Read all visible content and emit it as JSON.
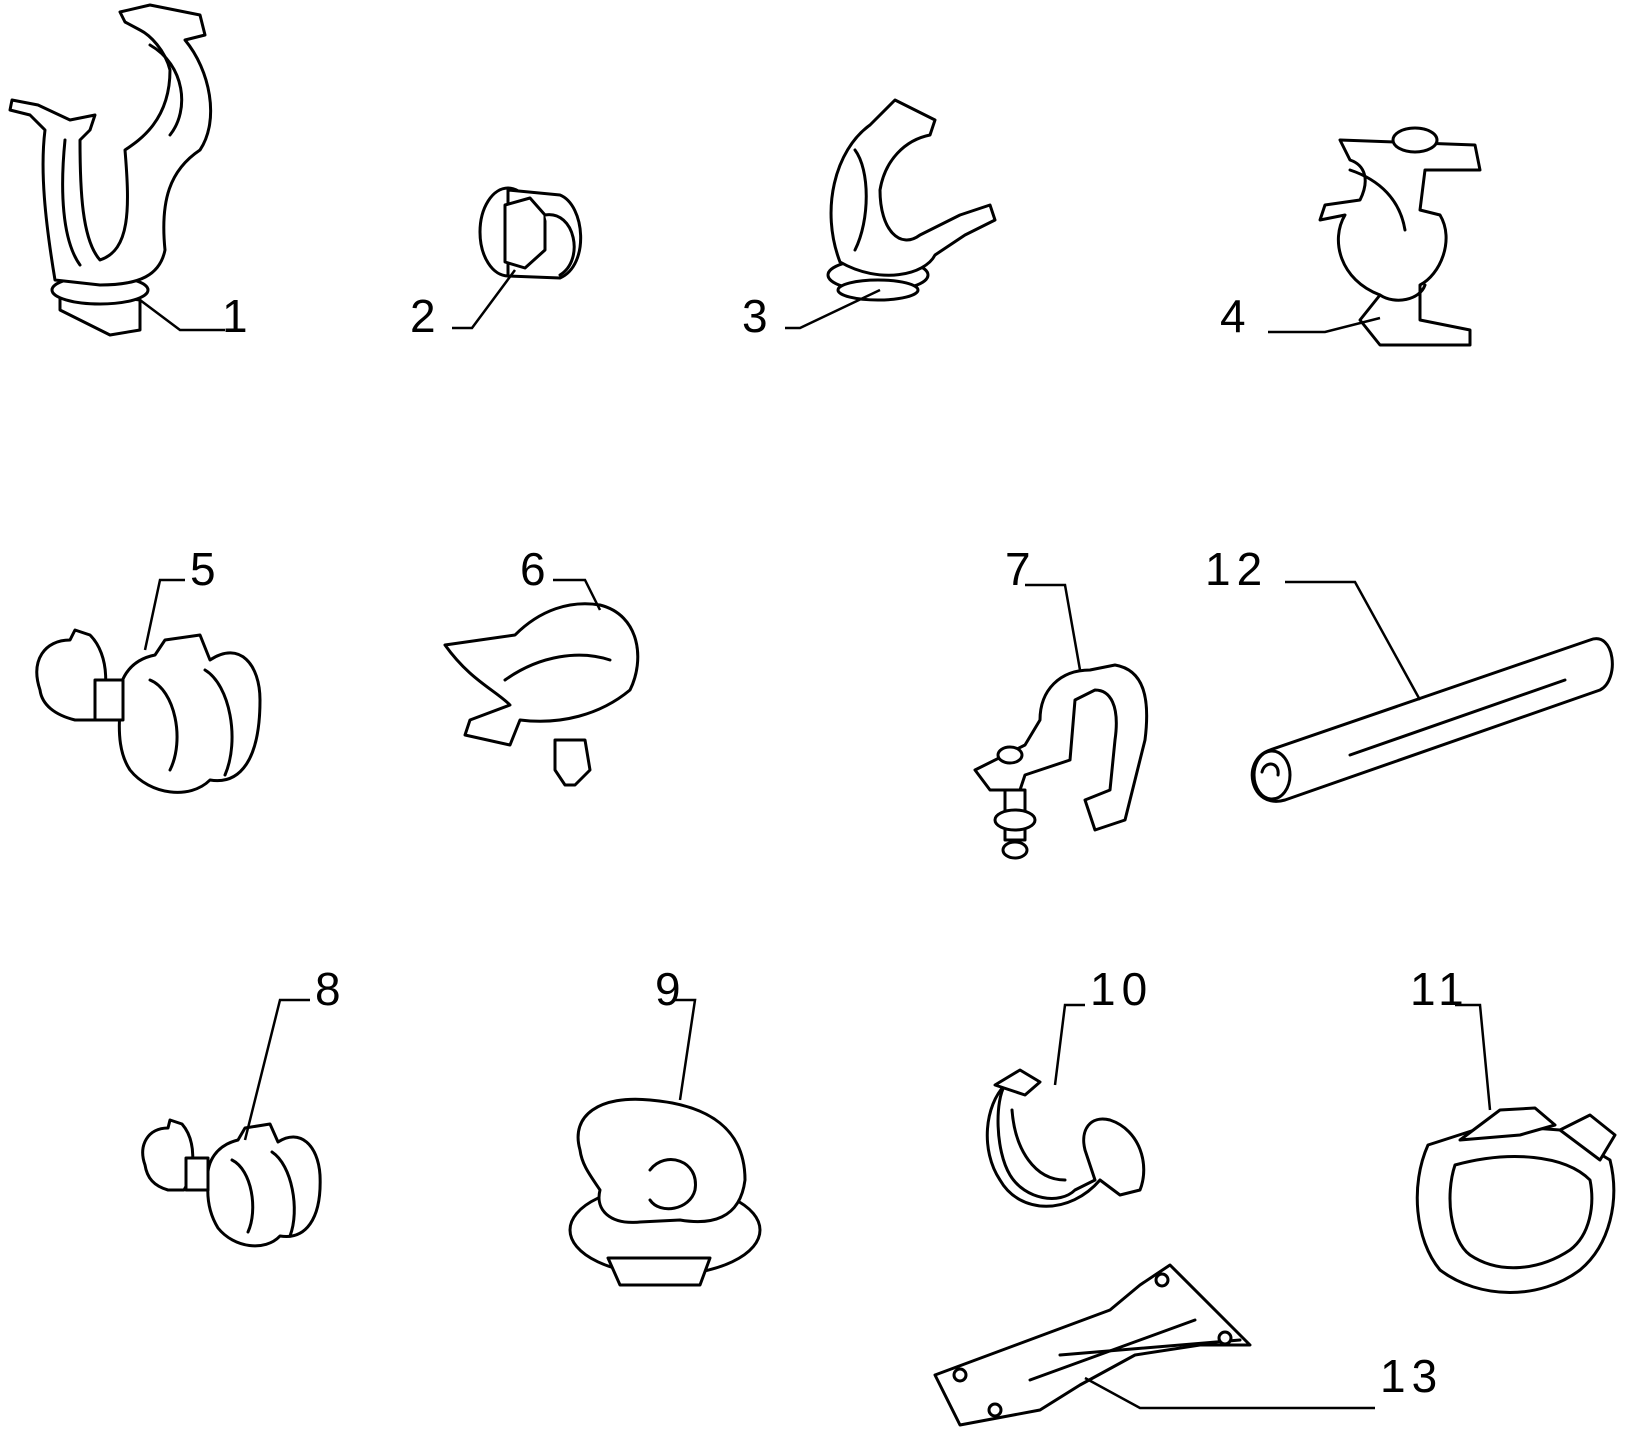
{
  "callouts": {
    "p1": "1",
    "p2": "2",
    "p3": "3",
    "p4": "4",
    "p5": "5",
    "p6": "6",
    "p7": "7",
    "p8": "8",
    "p9": "9",
    "p10": "10",
    "p11": "11",
    "p12": "12",
    "p13": "13"
  },
  "parts": [
    {
      "callout": "1",
      "icon": "saddle-clip-icon"
    },
    {
      "callout": "2",
      "icon": "hex-plug-icon"
    },
    {
      "callout": "3",
      "icon": "pipe-clip-icon"
    },
    {
      "callout": "4",
      "icon": "double-clamp-icon"
    },
    {
      "callout": "5",
      "icon": "twin-pipe-clip-icon"
    },
    {
      "callout": "6",
      "icon": "push-in-clip-icon"
    },
    {
      "callout": "7",
      "icon": "bracket-clip-icon"
    },
    {
      "callout": "8",
      "icon": "twin-pipe-clip-small-icon"
    },
    {
      "callout": "9",
      "icon": "loop-clip-icon"
    },
    {
      "callout": "10",
      "icon": "cable-tie-clip-icon"
    },
    {
      "callout": "11",
      "icon": "ring-clamp-icon"
    },
    {
      "callout": "12",
      "icon": "foam-sleeve-icon"
    },
    {
      "callout": "13",
      "icon": "mounting-plate-icon"
    }
  ],
  "colors": {
    "line": "#000000",
    "background": "#ffffff"
  }
}
